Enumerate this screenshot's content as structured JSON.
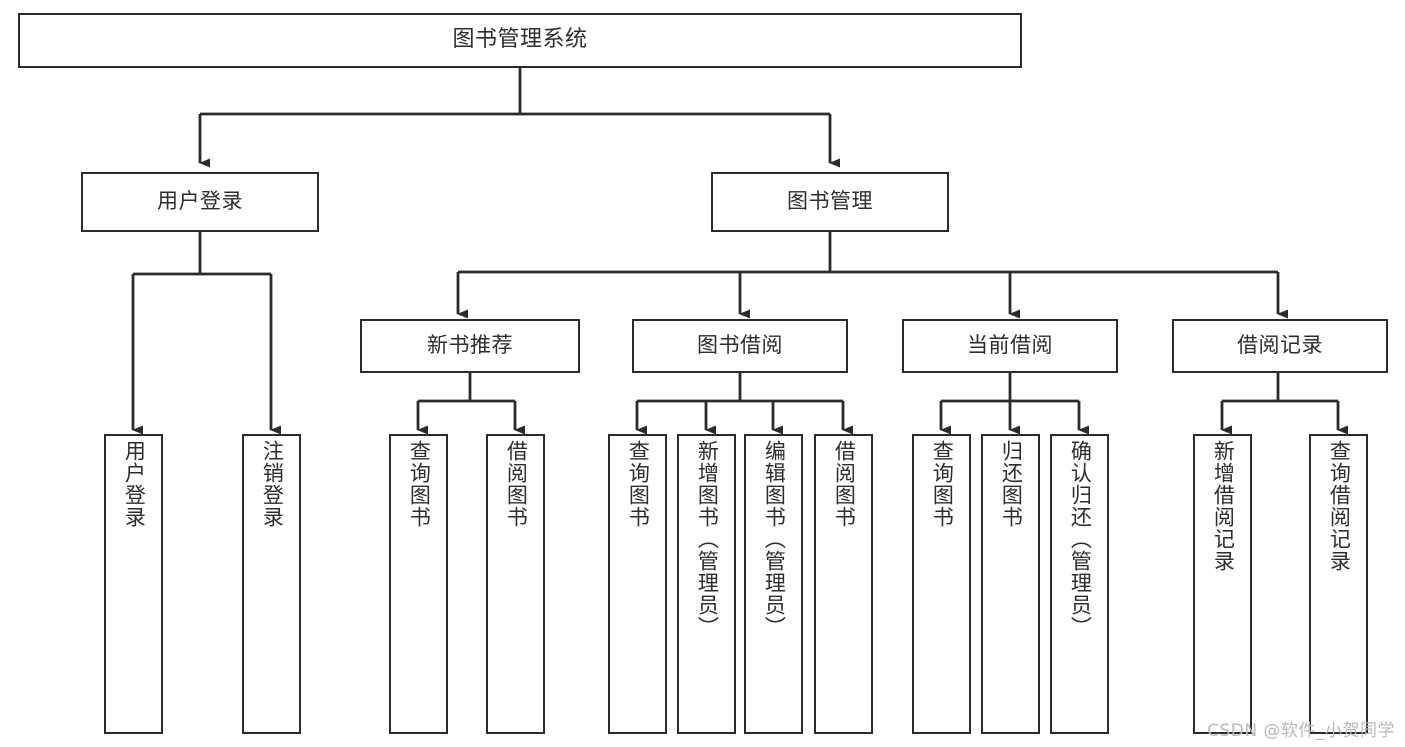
{
  "diagram": {
    "type": "tree",
    "title": "图书管理系统",
    "colors": {
      "box_border": "#2b2b2b",
      "box_fill": "#ffffff",
      "text": "#2d2d2d",
      "edge": "#2b2b2b",
      "watermark": "#b9b9b9",
      "background": "#ffffff"
    },
    "root": {
      "label": "图书管理系统"
    },
    "level1": [
      {
        "label": "用户登录"
      },
      {
        "label": "图书管理"
      }
    ],
    "level2": [
      {
        "label": "新书推荐"
      },
      {
        "label": "图书借阅"
      },
      {
        "label": "当前借阅"
      },
      {
        "label": "借阅记录"
      }
    ],
    "leaves": {
      "user_login": [
        {
          "label": "用户登录"
        },
        {
          "label": "注销登录"
        }
      ],
      "new_book_recommend": [
        {
          "label": "查询图书"
        },
        {
          "label": "借阅图书"
        }
      ],
      "book_borrow": [
        {
          "label": "查询图书"
        },
        {
          "label": "新增图书（管理员）"
        },
        {
          "label": "编辑图书（管理员）"
        },
        {
          "label": "借阅图书"
        }
      ],
      "current_borrow": [
        {
          "label": "查询图书"
        },
        {
          "label": "归还图书"
        },
        {
          "label": "确认归还（管理员）"
        }
      ],
      "borrow_record": [
        {
          "label": "新增借阅记录"
        },
        {
          "label": "查询借阅记录"
        }
      ]
    }
  },
  "watermark": {
    "text": "CSDN @软件_小贺同学"
  }
}
